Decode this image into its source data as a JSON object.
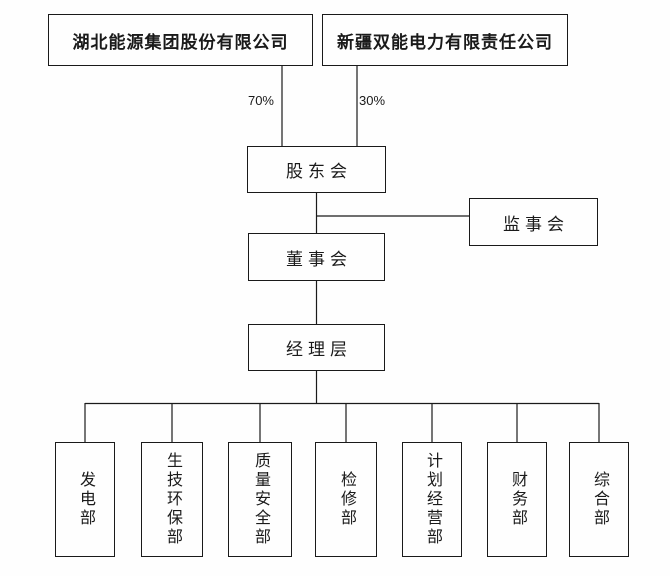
{
  "org_chart": {
    "shareholders": [
      {
        "name": "湖北能源集团股份有限公司",
        "stake": "70%"
      },
      {
        "name": "新疆双能电力有限责任公司",
        "stake": "30%"
      }
    ],
    "governance": {
      "shareholder_meeting": "股东会",
      "supervisory_board": "监事会",
      "board_of_directors": "董事会",
      "management_level": "经理层"
    },
    "departments": [
      {
        "name": "发电部"
      },
      {
        "name": "生技环保部"
      },
      {
        "name": "质量安全部"
      },
      {
        "name": "检修部"
      },
      {
        "name": "计划经营部"
      },
      {
        "name": "财务部"
      },
      {
        "name": "综合部"
      }
    ],
    "colors": {
      "line": "#1a1a1a",
      "background": "#fefefe"
    }
  }
}
